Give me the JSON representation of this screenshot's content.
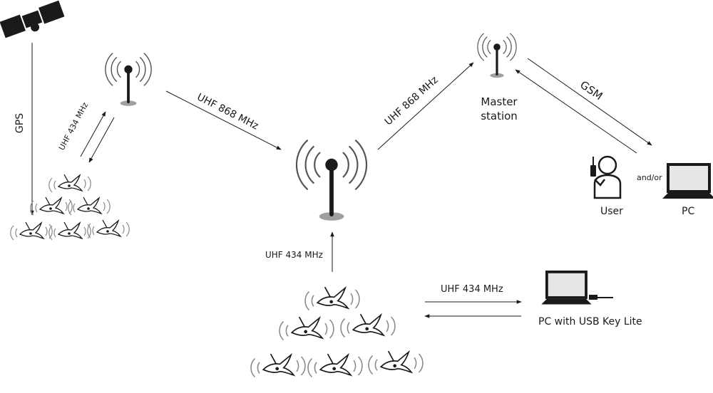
{
  "labels": {
    "gps": "GPS",
    "uhf434_left": "UHF 434 MHz",
    "uhf868_left": "UHF 868 MHz",
    "uhf868_right": "UHF 868 MHz",
    "master_station_line1": "Master",
    "master_station_line2": "station",
    "gsm": "GSM",
    "user": "User",
    "and_or": "and/or",
    "pc": "PC",
    "uhf434_center": "UHF 434 MHz",
    "uhf434_bottom": "UHF 434 MHz",
    "pc_usb": "PC with USB Key Lite"
  },
  "icons": {
    "satellite": "satellite-icon",
    "antenna": "antenna-icon",
    "bird": "tagged-bird-icon",
    "person": "person-with-radio-icon",
    "laptop": "laptop-icon"
  },
  "colors": {
    "ink": "#1a1a1a",
    "antenna_base": "#a0a0a0",
    "wave": "#555555",
    "laptop_screen": "#e6e6e6"
  }
}
